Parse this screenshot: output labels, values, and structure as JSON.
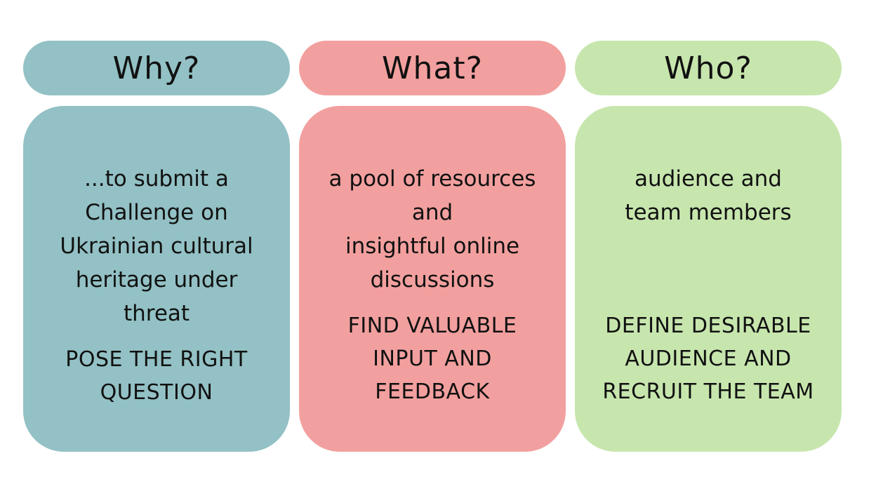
{
  "columns": [
    {
      "title": "Why?",
      "description": "...to submit a\nChallenge on\nUkrainian cultural\nheritage under\nthreat",
      "action": "POSE THE RIGHT\nQUESTION",
      "color": "#93c1c5"
    },
    {
      "title": "What?",
      "description": "a pool of resources\nand\ninsightful online\ndiscussions",
      "action": "FIND VALUABLE\nINPUT AND\nFEEDBACK",
      "color": "#f2a09f"
    },
    {
      "title": "Who?",
      "description": "audience and\nteam members",
      "action": "DEFINE DESIRABLE\nAUDIENCE AND\nRECRUIT THE TEAM",
      "color": "#c7e6ae"
    }
  ]
}
